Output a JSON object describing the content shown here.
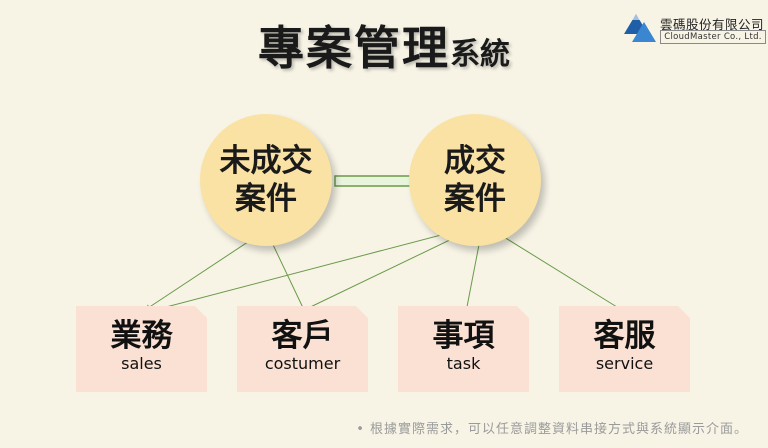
{
  "title": {
    "main": "專案管理",
    "suffix": "系統"
  },
  "logo": {
    "company_zh": "雲碼股份有限公司",
    "company_en": "CloudMaster Co., Ltd."
  },
  "nodes": {
    "unclosed": {
      "line1": "未成交",
      "line2": "案件"
    },
    "closed": {
      "line1": "成交",
      "line2": "案件"
    }
  },
  "modules": [
    {
      "zh": "業務",
      "en": "sales"
    },
    {
      "zh": "客戶",
      "en": "costumer"
    },
    {
      "zh": "事項",
      "en": "task"
    },
    {
      "zh": "客服",
      "en": "service"
    }
  ],
  "footnote": "• 根據實際需求，可以任意調整資料串接方式與系統顯示介面。",
  "colors": {
    "circle": "#fae2a4",
    "box": "#fbe1d3",
    "arrow": "#6a9a4a",
    "arrow_fill": "#e8f4dc",
    "background": "#f7f4e6"
  }
}
